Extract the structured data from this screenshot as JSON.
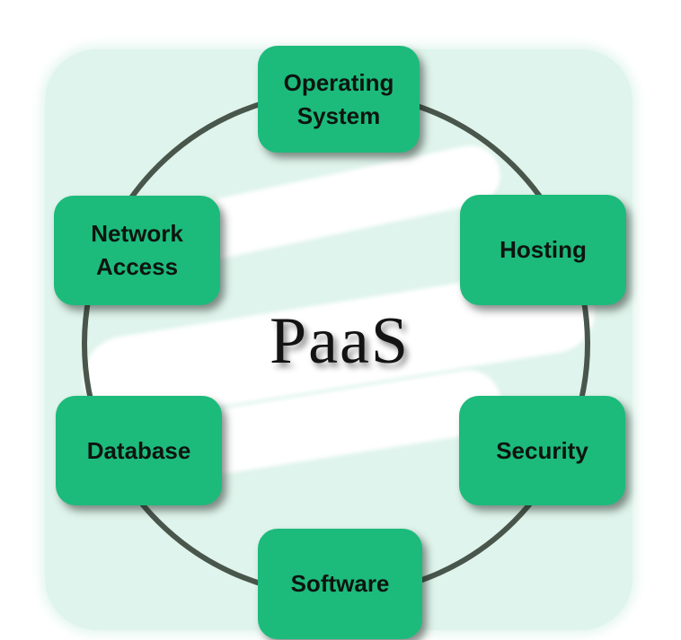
{
  "diagram": {
    "center_label": "PaaS",
    "nodes": [
      {
        "id": "operating-system",
        "label": "Operating System",
        "position": "top"
      },
      {
        "id": "hosting",
        "label": "Hosting",
        "position": "upper-right"
      },
      {
        "id": "security",
        "label": "Security",
        "position": "lower-right"
      },
      {
        "id": "software",
        "label": "Software",
        "position": "bottom"
      },
      {
        "id": "database",
        "label": "Database",
        "position": "lower-left"
      },
      {
        "id": "network-access",
        "label": "Network Access",
        "position": "upper-left"
      }
    ]
  },
  "colors": {
    "node_green": "#1cbb7b",
    "panel_green": "#dff4ec",
    "ring_gray": "#49564c",
    "label_dark": "#0e1410",
    "title_dark": "#131313",
    "watermark_white": "#ffffff",
    "page_white": "#ffffff"
  }
}
